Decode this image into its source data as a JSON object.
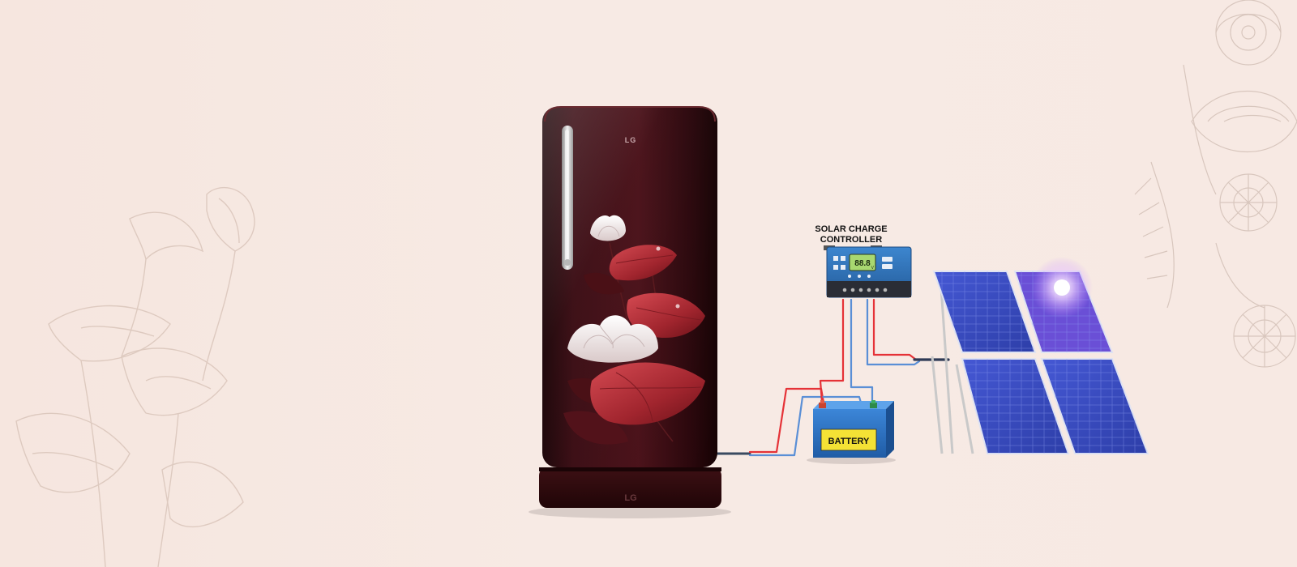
{
  "brand": {
    "door_logo": "LG",
    "base_logo": "LG"
  },
  "controller": {
    "label_line1": "SOLAR CHARGE",
    "label_line2": "CONTROLLER",
    "display": "88.8",
    "display_unit": "V"
  },
  "battery": {
    "label": "BATTERY"
  },
  "colors": {
    "background": "#f7e9e3",
    "fridge_body": "#3a0f16",
    "flower_red": "#b3323a",
    "controller_blue": "#2f6fb0",
    "battery_blue": "#2b6fc0",
    "battery_label": "#f4e235",
    "solar_panel": "#3a4fc8",
    "wire_red": "#e53237",
    "wire_blue": "#5a8fd6"
  },
  "icons": {
    "decor_left": "lotus-line-art-icon",
    "decor_right": "floral-line-art-icon",
    "sun": "sun-flare-icon"
  }
}
